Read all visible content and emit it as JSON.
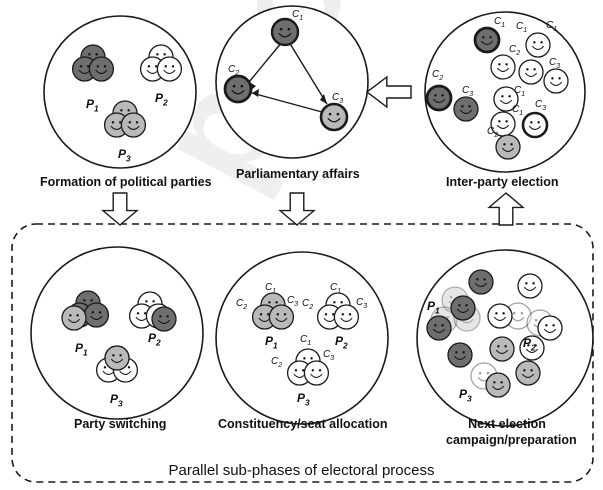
{
  "watermark": "proof",
  "labels": {
    "formation": "Formation of political parties",
    "parliamentary": "Parliamentary affairs",
    "inter_party": "Inter-party election",
    "party_switching": "Party switching",
    "constituency": "Constituency/seat allocation",
    "next_election_1": "Next election",
    "next_election_2": "campaign/preparation",
    "parallel": "Parallel sub-phases of electoral process"
  },
  "party_labels": {
    "p1": "P",
    "p2": "P",
    "p3": "P",
    "s1": "1",
    "s2": "2",
    "s3": "3"
  },
  "candidate_labels": {
    "c": "C",
    "s1": "1",
    "s2": "2",
    "s3": "3"
  },
  "colors": {
    "dark": "#6e6e6e",
    "mid": "#b9b9b9",
    "light": "#ffffff",
    "stroke": "#1a1a1a"
  }
}
